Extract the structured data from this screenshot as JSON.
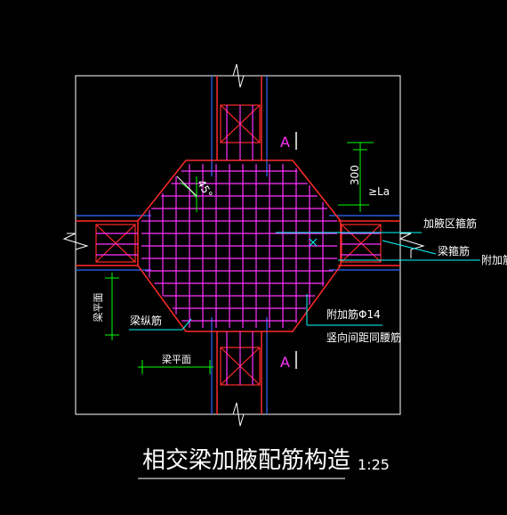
{
  "drawing": {
    "title": "相交梁加腋配筋构造",
    "scale": "1:25",
    "colors": {
      "background": "#000000",
      "frame": "#ffffff",
      "concrete": "#ff2a2a",
      "rebar_grid": "#ff33ff",
      "stirrup": "#ff2a2a",
      "axis": "#2f6bff",
      "dimension": "#00ff00",
      "leader": "#00ffff",
      "text": "#ffffff"
    }
  },
  "labels": {
    "haunch_rebar": "加腋区箍筋",
    "beam_stirrup": "梁箍筋",
    "add_rebar_cut": "附加筋",
    "add_rebar": "附加筋Φ14",
    "vertical_spacing": "竖向间距同腰筋",
    "beam_long_rebar": "梁纵筋",
    "beam_face_v": "梁平面",
    "beam_face_h": "梁平面",
    "anchor_length": "≥La",
    "dim_300": "300",
    "angle": "45°",
    "section_top": "A",
    "section_bottom": "A"
  }
}
